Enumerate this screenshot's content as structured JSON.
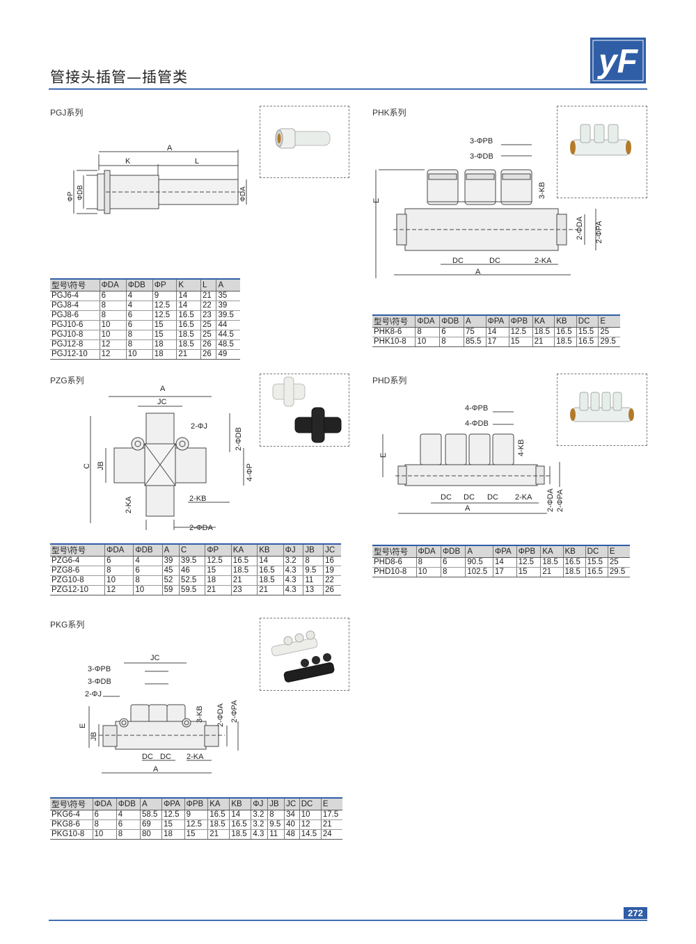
{
  "page": {
    "title": "管接头插管—插管类",
    "page_number": "272"
  },
  "logo": {
    "text": "yF",
    "color": "#2f5da6"
  },
  "sections": {
    "pgj": {
      "title": "PGJ系列",
      "dims": [
        "A",
        "K",
        "L",
        "ΦP",
        "ΦDB",
        "ΦDA"
      ],
      "table": {
        "headers": [
          "型号\\符号",
          "ΦDA",
          "ΦDB",
          "ΦP",
          "K",
          "L",
          "A"
        ],
        "rows": [
          [
            "PGJ6-4",
            "6",
            "4",
            "9",
            "14",
            "21",
            "35"
          ],
          [
            "PGJ8-4",
            "8",
            "4",
            "12.5",
            "14",
            "22",
            "39"
          ],
          [
            "PGJ8-6",
            "8",
            "6",
            "12.5",
            "16.5",
            "23",
            "39.5"
          ],
          [
            "PGJ10-6",
            "10",
            "6",
            "15",
            "16.5",
            "25",
            "44"
          ],
          [
            "PGJ10-8",
            "10",
            "8",
            "15",
            "18.5",
            "25",
            "44.5"
          ],
          [
            "PGJ12-8",
            "12",
            "8",
            "18",
            "18.5",
            "26",
            "48.5"
          ],
          [
            "PGJ12-10",
            "12",
            "10",
            "18",
            "21",
            "26",
            "49"
          ]
        ]
      }
    },
    "phk": {
      "title": "PHK系列",
      "dims": [
        "3-ΦPB",
        "3-ΦDB",
        "3-KB",
        "E",
        "2-ΦDA",
        "2-ΦPA",
        "DC",
        "DC",
        "2-KA",
        "A"
      ],
      "table": {
        "headers": [
          "型号\\符号",
          "ΦDA",
          "ΦDB",
          "A",
          "ΦPA",
          "ΦPB",
          "KA",
          "KB",
          "DC",
          "E"
        ],
        "rows": [
          [
            "PHK8-6",
            "8",
            "6",
            "75",
            "14",
            "12.5",
            "18.5",
            "16.5",
            "15.5",
            "25"
          ],
          [
            "PHK10-8",
            "10",
            "8",
            "85.5",
            "17",
            "15",
            "21",
            "18.5",
            "16.5",
            "29.5"
          ]
        ]
      }
    },
    "pzg": {
      "title": "PZG系列",
      "dims": [
        "A",
        "JC",
        "2-ΦJ",
        "2-ΦDB",
        "C",
        "JB",
        "4-ΦP",
        "2-KB",
        "2-KA",
        "2-ΦDA"
      ],
      "table": {
        "headers": [
          "型号\\符号",
          "ΦDA",
          "ΦDB",
          "A",
          "C",
          "ΦP",
          "KA",
          "KB",
          "ΦJ",
          "JB",
          "JC"
        ],
        "rows": [
          [
            "PZG6-4",
            "6",
            "4",
            "39",
            "39.5",
            "12.5",
            "16.5",
            "14",
            "3.2",
            "8",
            "16"
          ],
          [
            "PZG8-6",
            "8",
            "6",
            "45",
            "46",
            "15",
            "18.5",
            "16.5",
            "4.3",
            "9.5",
            "19"
          ],
          [
            "PZG10-8",
            "10",
            "8",
            "52",
            "52.5",
            "18",
            "21",
            "18.5",
            "4.3",
            "11",
            "22"
          ],
          [
            "PZG12-10",
            "12",
            "10",
            "59",
            "59.5",
            "21",
            "23",
            "21",
            "4.3",
            "13",
            "26"
          ]
        ]
      }
    },
    "phd": {
      "title": "PHD系列",
      "dims": [
        "4-ΦPB",
        "4-ΦDB",
        "4-KB",
        "E",
        "DC",
        "DC",
        "DC",
        "2-KA",
        "2-ΦDA",
        "2-ΦPA",
        "A"
      ],
      "table": {
        "headers": [
          "型号\\符号",
          "ΦDA",
          "ΦDB",
          "A",
          "ΦPA",
          "ΦPB",
          "KA",
          "KB",
          "DC",
          "E"
        ],
        "rows": [
          [
            "PHD8-6",
            "8",
            "6",
            "90.5",
            "14",
            "12.5",
            "18.5",
            "16.5",
            "15.5",
            "25"
          ],
          [
            "PHD10-8",
            "10",
            "8",
            "102.5",
            "17",
            "15",
            "21",
            "18.5",
            "16.5",
            "29.5"
          ]
        ]
      }
    },
    "pkg": {
      "title": "PKG系列",
      "dims": [
        "JC",
        "3-ΦPB",
        "3-ΦDB",
        "2-ΦJ",
        "3-KB",
        "2-ΦDA",
        "2-ΦPA",
        "E",
        "JB",
        "DC",
        "DC",
        "2-KA",
        "A"
      ],
      "table": {
        "headers": [
          "型号\\符号",
          "ΦDA",
          "ΦDB",
          "A",
          "ΦPA",
          "ΦPB",
          "KA",
          "KB",
          "ΦJ",
          "JB",
          "JC",
          "DC",
          "E"
        ],
        "rows": [
          [
            "PKG6-4",
            "6",
            "4",
            "58.5",
            "12.5",
            "9",
            "16.5",
            "14",
            "3.2",
            "8",
            "34",
            "10",
            "17.5"
          ],
          [
            "PKG8-6",
            "8",
            "6",
            "69",
            "15",
            "12.5",
            "18.5",
            "16.5",
            "3.2",
            "9.5",
            "40",
            "12",
            "21"
          ],
          [
            "PKG10-8",
            "10",
            "8",
            "80",
            "18",
            "15",
            "21",
            "18.5",
            "4.3",
            "11",
            "48",
            "14.5",
            "24"
          ]
        ]
      }
    }
  }
}
